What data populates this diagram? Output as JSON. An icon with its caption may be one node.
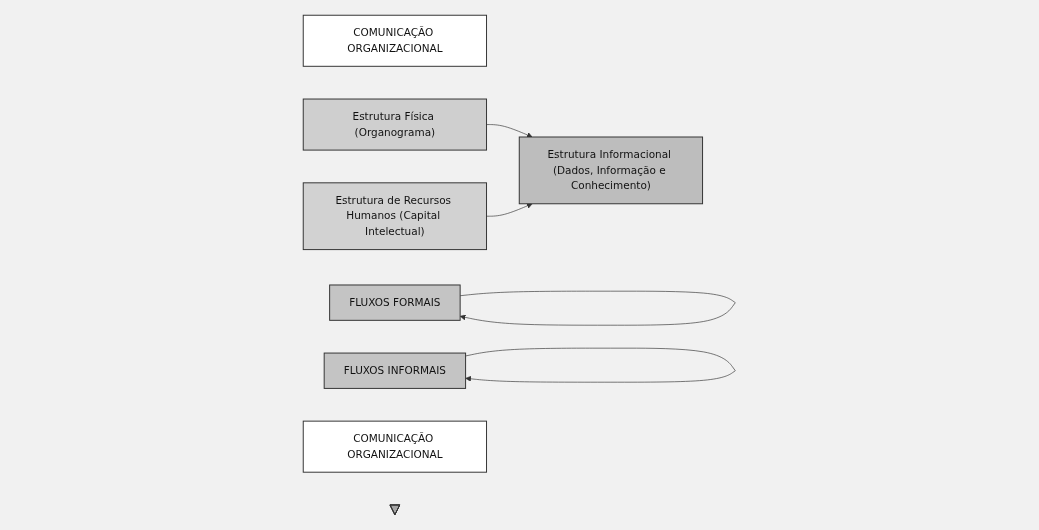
{
  "diagram": {
    "nodes": [
      {
        "text": [
          "COMUNICAÇÃO ORGANIZACIONAL"
        ]
      },
      {
        "text": [
          "FLUXOS FORMAIS"
        ]
      },
      {
        "text": [
          "Estrutura Física (Organograma)"
        ]
      },
      {
        "text": [
          "Estrutura de Recursos Humanos (Capital Intelectual)"
        ]
      },
      {
        "text": [
          "Estrutura Informacional (Dados, Informação e Conhecimento)"
        ]
      },
      {
        "text": [
          "FLUXOS INFORMAIS"
        ]
      },
      {
        "text": [
          "COMUNICAÇÃO ORGANIZACIONAL"
        ]
      },
      {
        "text": [],
        "shape": "triangle"
      }
    ],
    "edges": [
      {
        "from": 1,
        "to": 1,
        "arrow": "to"
      },
      {
        "from": 2,
        "to": 4,
        "arrow": "to"
      },
      {
        "from": 3,
        "to": 4,
        "arrow": "to"
      },
      {
        "from": 5,
        "to": 5,
        "arrow": "to"
      }
    ]
  }
}
